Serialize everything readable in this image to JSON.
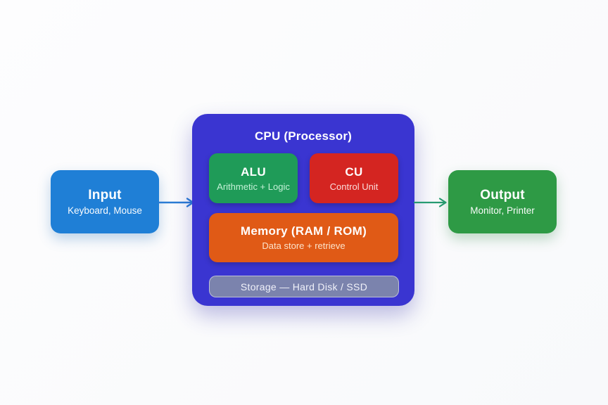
{
  "diagram": {
    "input": {
      "title": "Input",
      "subtitle": "Keyboard, Mouse",
      "color": "#1f7fd6"
    },
    "cpu": {
      "title": "CPU (Processor)",
      "color": "#3a35d1",
      "alu": {
        "title": "ALU",
        "subtitle": "Arithmetic + Logic",
        "color": "#1f9b58"
      },
      "cu": {
        "title": "CU",
        "subtitle": "Control Unit",
        "color": "#d42521"
      },
      "memory": {
        "title": "Memory (RAM / ROM)",
        "subtitle": "Data store + retrieve",
        "color": "#e05a16"
      },
      "storage": {
        "label": "Storage  —  Hard Disk / SSD",
        "color": "#7b83ad"
      }
    },
    "output": {
      "title": "Output",
      "subtitle": "Monitor, Printer",
      "color": "#2e9a45"
    },
    "arrows": {
      "input_to_cpu_color": "#2b7cd4",
      "cpu_to_output_color": "#279b72"
    }
  }
}
